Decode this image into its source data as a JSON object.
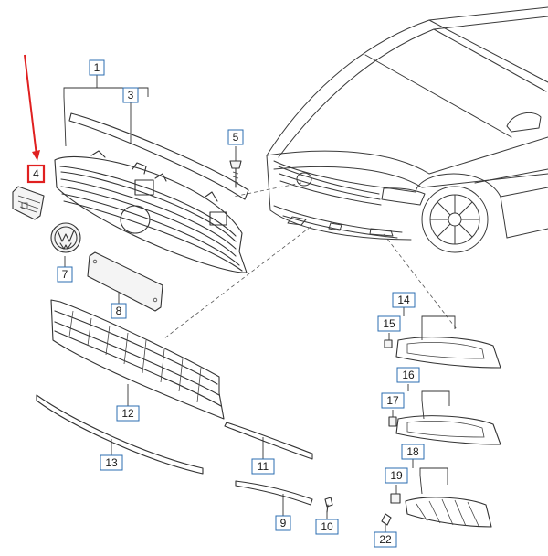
{
  "callouts": {
    "c1": "1",
    "c3": "3",
    "c4": "4",
    "c5": "5",
    "c7": "7",
    "c8": "8",
    "c9": "9",
    "c10": "10",
    "c11": "11",
    "c12": "12",
    "c13": "13",
    "c14": "14",
    "c15": "15",
    "c16": "16",
    "c17": "17",
    "c18": "18",
    "c19": "19",
    "c22": "22"
  },
  "highlight": {
    "callout": "4",
    "color": "#e02020"
  },
  "colors": {
    "callout_border": "#2b6cb0",
    "line_art": "#333333"
  }
}
